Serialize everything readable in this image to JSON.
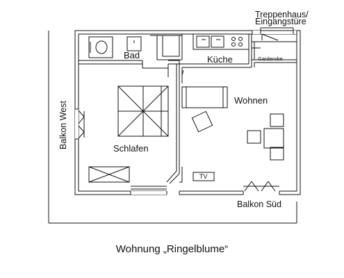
{
  "plan": {
    "title": "Wohnung „Ringelblume“",
    "rooms": {
      "bad": "Bad",
      "kueche": "Küche",
      "wohnen": "Wohnen",
      "schlafen": "Schlafen",
      "garderobe": "Garderobe"
    },
    "outside": {
      "treppenhaus_line1": "Treppenhaus/",
      "treppenhaus_line2": "Eingangstüre",
      "balkon_west": "Balkon West",
      "balkon_sued": "Balkon Süd"
    },
    "furniture": {
      "tv": "TV"
    }
  },
  "colors": {
    "ink": "#111111",
    "wall": "#111111",
    "background": "#ffffff"
  }
}
